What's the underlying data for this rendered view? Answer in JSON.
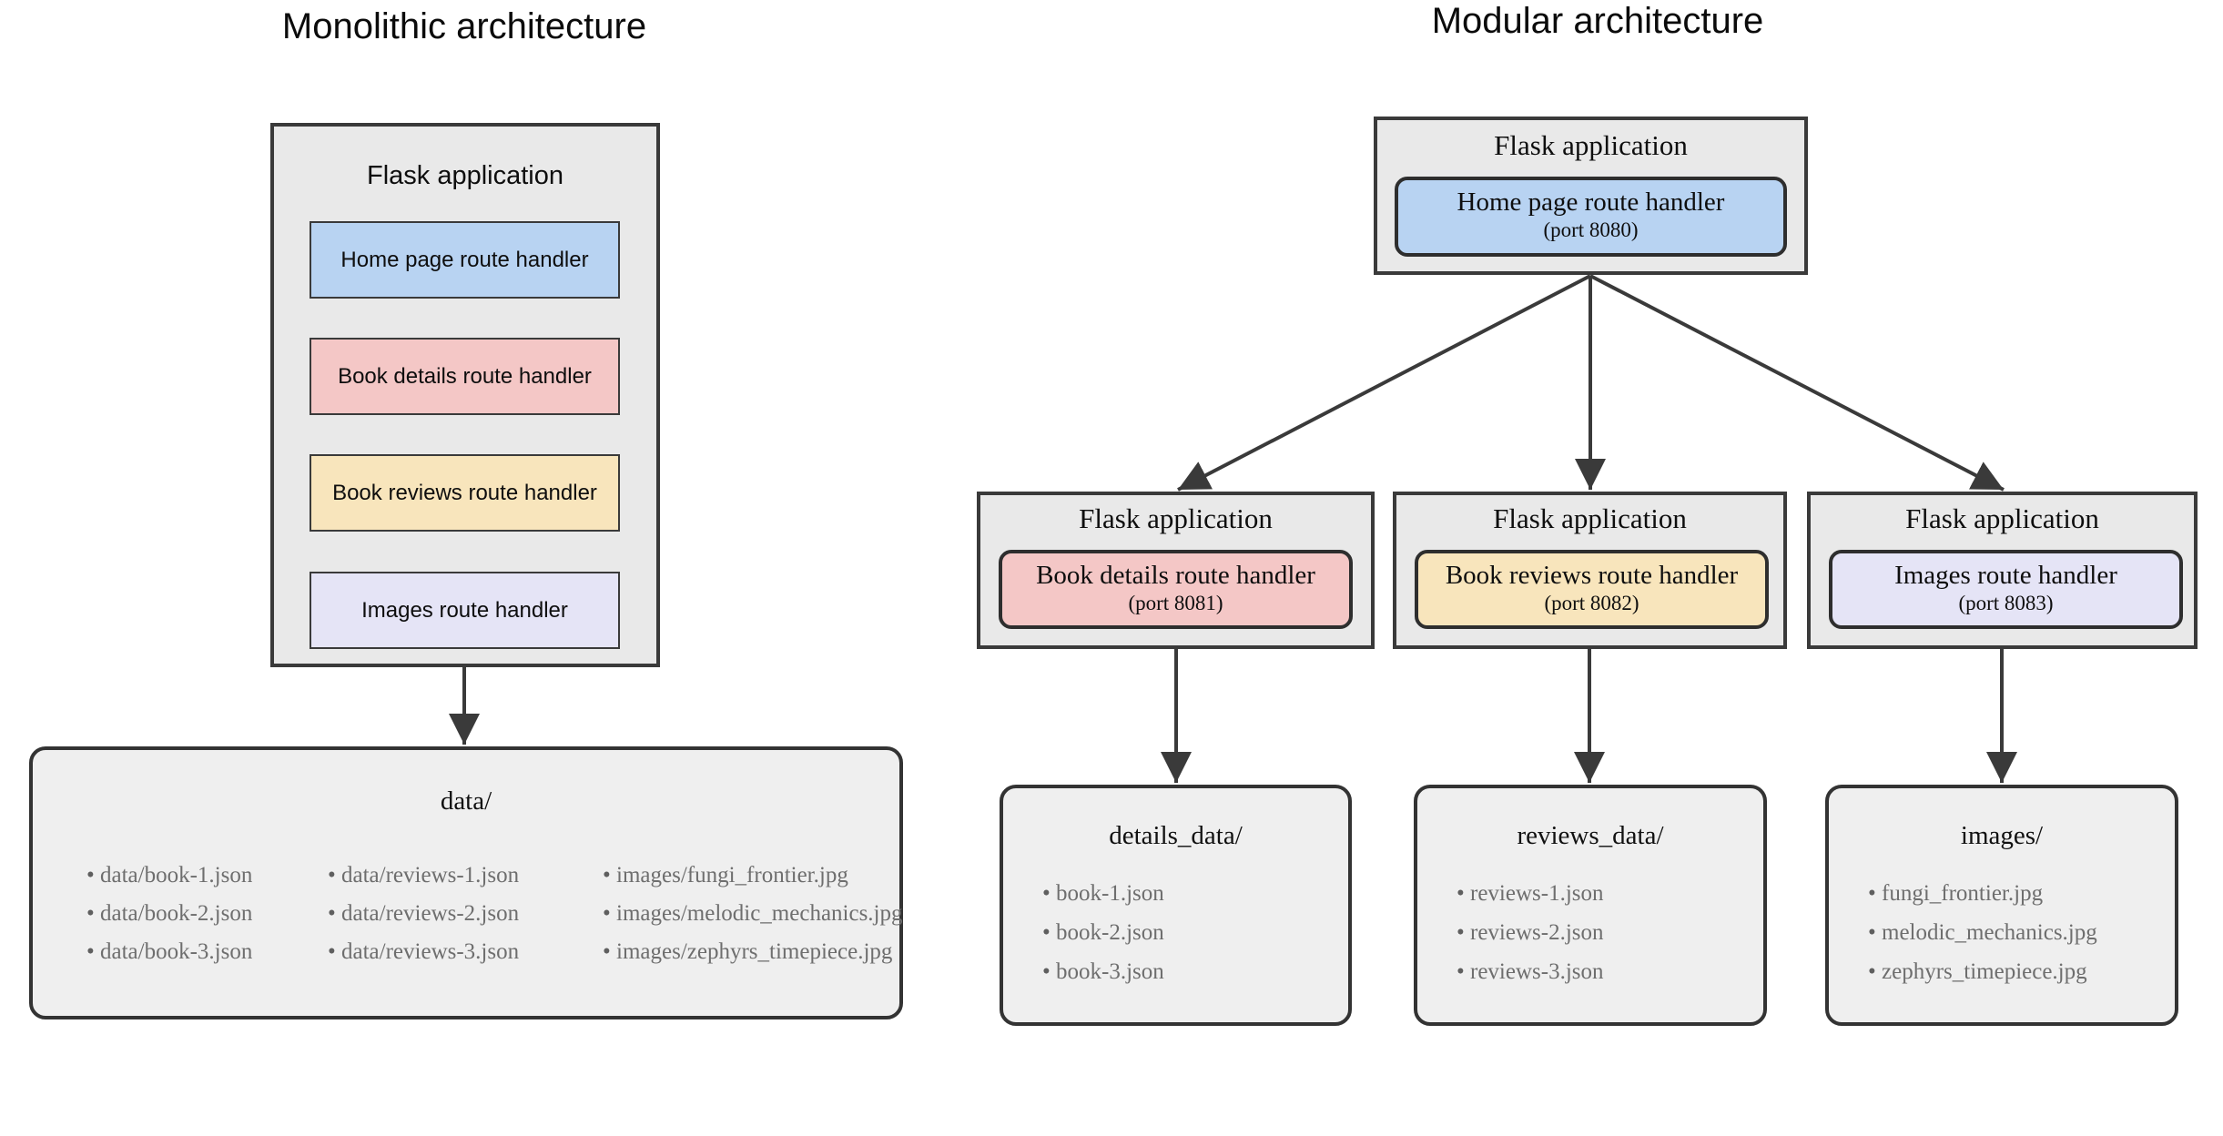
{
  "colors": {
    "background": "#ffffff",
    "box_fill": "#e9e9e9",
    "datastore_fill": "#efefef",
    "border": "#3a3a3a",
    "arrow": "#3a3a3a",
    "blue": "#b8d3f2",
    "pink": "#f4c7c6",
    "yellow": "#f8e5bc",
    "lavender": "#e5e4f6",
    "file_text": "#6e6e6e"
  },
  "monolithic": {
    "title": "Monolithic architecture",
    "app": {
      "title": "Flask application",
      "handlers": [
        {
          "label": "Home page route handler",
          "color": "#b8d3f2"
        },
        {
          "label": "Book details route handler",
          "color": "#f4c7c6"
        },
        {
          "label": "Book reviews route handler",
          "color": "#f8e5bc"
        },
        {
          "label": "Images route handler",
          "color": "#e5e4f6"
        }
      ]
    },
    "data_store": {
      "title": "data/",
      "columns": [
        [
          "data/book-1.json",
          "data/book-2.json",
          "data/book-3.json"
        ],
        [
          "data/reviews-1.json",
          "data/reviews-2.json",
          "data/reviews-3.json"
        ],
        [
          "images/fungi_frontier.jpg",
          "images/melodic_mechanics.jpg",
          "images/zephyrs_timepiece.jpg"
        ]
      ]
    }
  },
  "modular": {
    "title": "Modular architecture",
    "root_app": {
      "title": "Flask application",
      "handler": {
        "label": "Home page route handler",
        "port": "(port 8080)",
        "color": "#b8d3f2"
      }
    },
    "services": [
      {
        "title": "Flask application",
        "handler": {
          "label": "Book details route handler",
          "port": "(port 8081)",
          "color": "#f4c7c6"
        },
        "data": {
          "title": "details_data/",
          "items": [
            "book-1.json",
            "book-2.json",
            "book-3.json"
          ]
        }
      },
      {
        "title": "Flask application",
        "handler": {
          "label": "Book reviews route handler",
          "port": "(port 8082)",
          "color": "#f8e5bc"
        },
        "data": {
          "title": "reviews_data/",
          "items": [
            "reviews-1.json",
            "reviews-2.json",
            "reviews-3.json"
          ]
        }
      },
      {
        "title": "Flask application",
        "handler": {
          "label": "Images route handler",
          "port": "(port 8083)",
          "color": "#e5e4f6"
        },
        "data": {
          "title": "images/",
          "items": [
            "fungi_frontier.jpg",
            "melodic_mechanics.jpg",
            "zephyrs_timepiece.jpg"
          ]
        }
      }
    ]
  }
}
